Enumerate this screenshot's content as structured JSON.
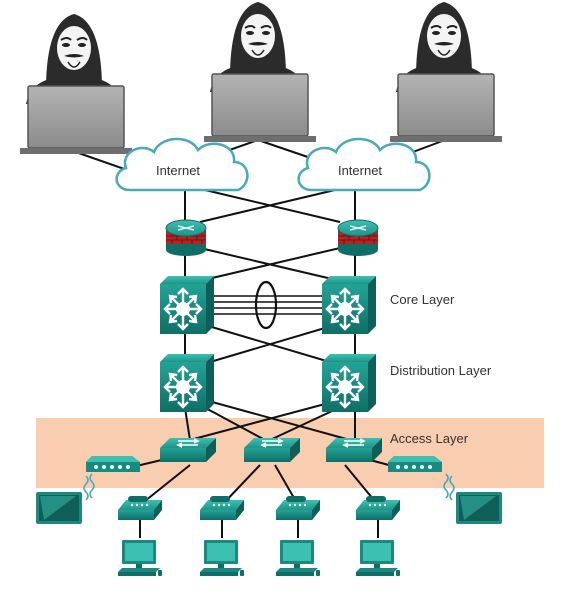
{
  "clouds": [
    {
      "label": "Internet"
    },
    {
      "label": "Internet"
    }
  ],
  "layers": {
    "core": "Core Layer",
    "distribution": "Distribution Layer",
    "access": "Access Layer"
  },
  "colors": {
    "access_band": "#f8cdb0",
    "device_teal": "#1a8a80",
    "device_teal_dark": "#0f5f58",
    "cloud_stroke": "#4aa9b8",
    "link": "#111111",
    "router_red": "#b52424",
    "hacker_hood": "#2b2b2b",
    "laptop_gray": "#9a9a9a"
  },
  "icons": [
    "hacker-icon",
    "laptop-icon",
    "cloud-icon",
    "router-firewall-icon",
    "multilayer-switch-icon",
    "switch-icon",
    "wireless-access-point-icon",
    "ip-phone-icon",
    "pc-icon",
    "tv-monitor-icon"
  ]
}
